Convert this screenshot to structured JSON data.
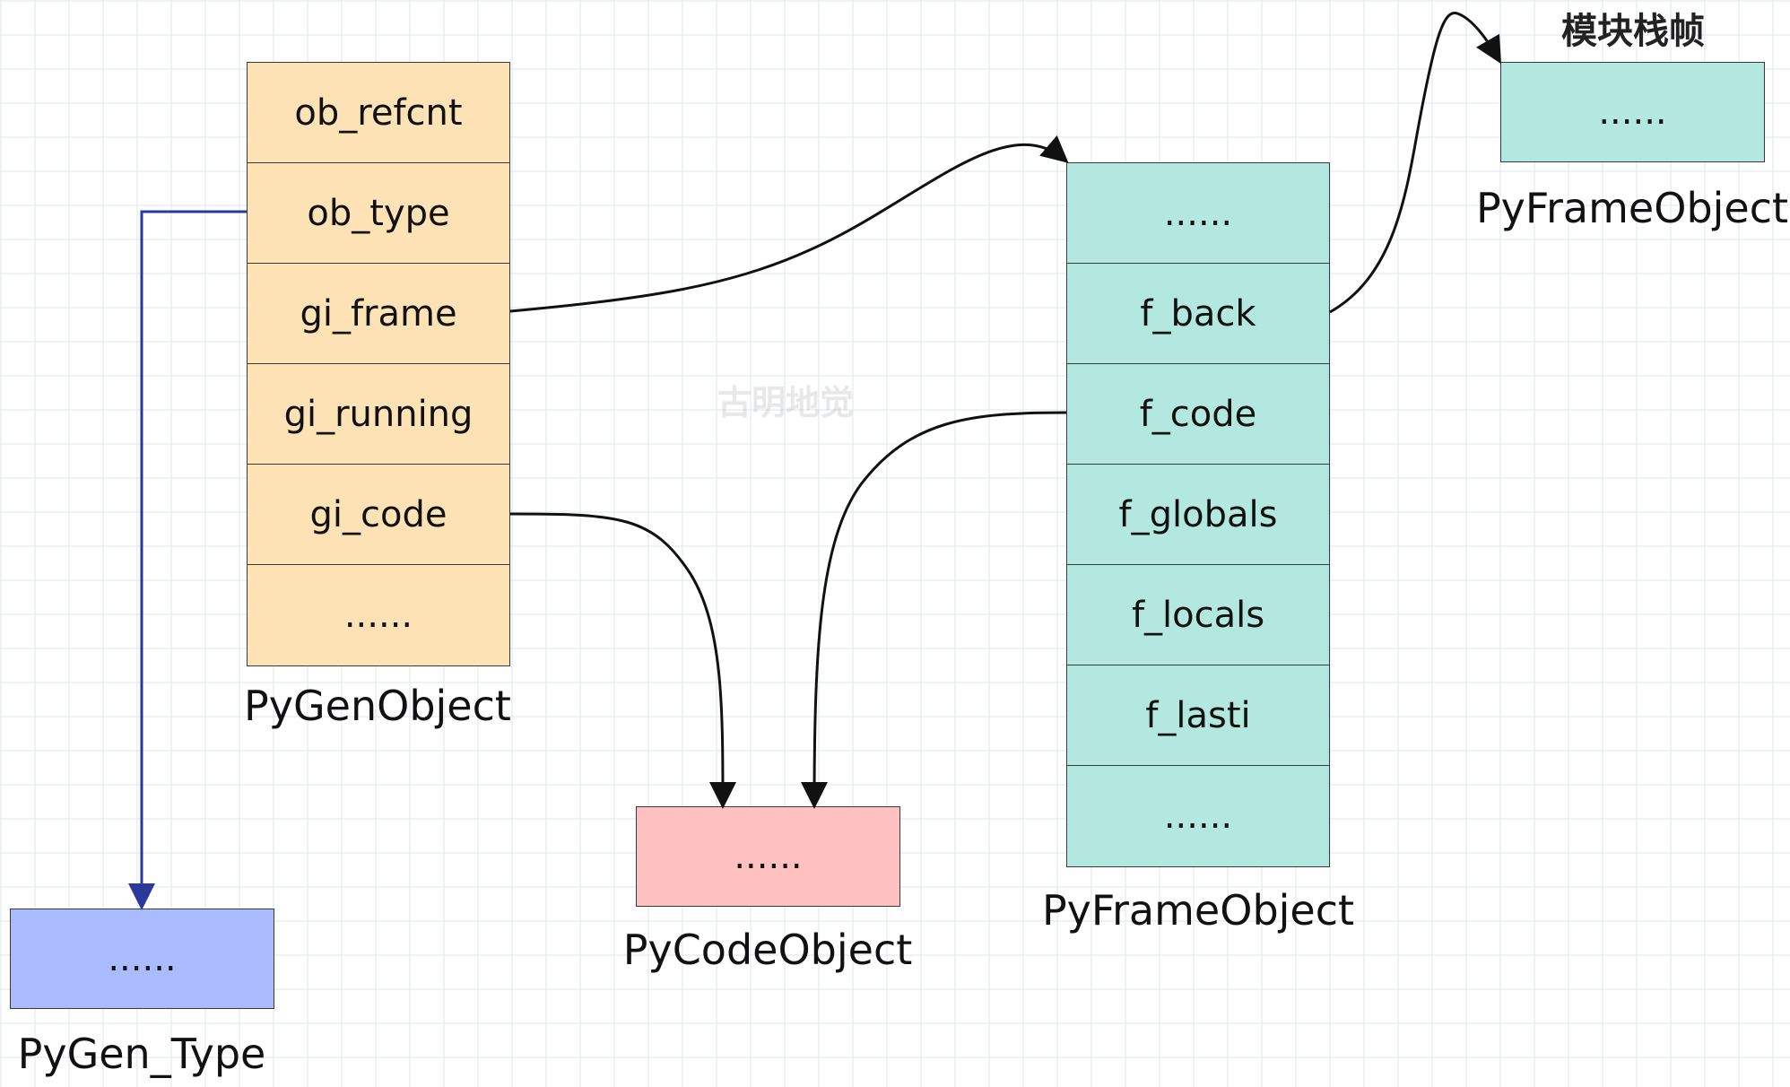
{
  "gen_object": {
    "fields": [
      "ob_refcnt",
      "ob_type",
      "gi_frame",
      "gi_running",
      "gi_code",
      "......"
    ],
    "label": "PyGenObject"
  },
  "frame_object": {
    "fields": [
      "......",
      "f_back",
      "f_code",
      "f_globals",
      "f_locals",
      "f_lasti",
      "......"
    ],
    "label": "PyFrameObject"
  },
  "module_frame": {
    "title": "模块栈帧",
    "content": "......",
    "label": "PyFrameObject"
  },
  "code_object": {
    "content": "......",
    "label": "PyCodeObject"
  },
  "gen_type": {
    "content": "......",
    "label": "PyGen_Type"
  },
  "watermark": "古明地觉",
  "colors": {
    "gen_fill": "#fde2b6",
    "frame_fill": "#b3e8e0",
    "code_fill": "#ffc0c0",
    "type_fill": "#aabcff",
    "type_arrow": "#2a3a9a",
    "arrow": "#111111"
  }
}
